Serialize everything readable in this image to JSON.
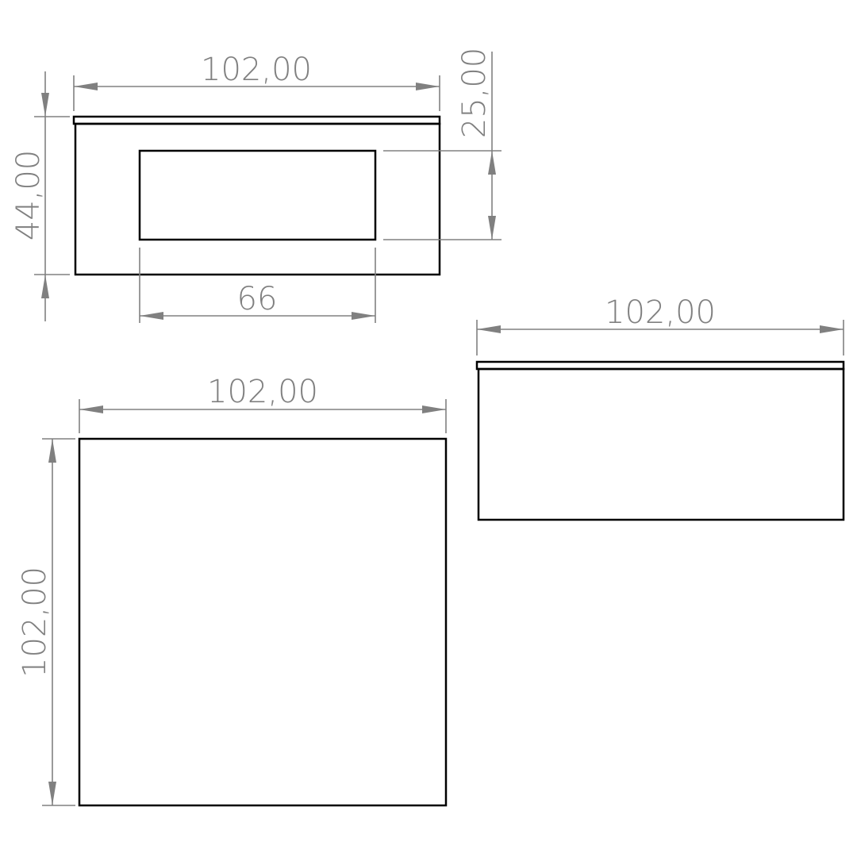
{
  "front_view": {
    "width_label": "102,00",
    "height_label": "44,00",
    "window_height_label": "25,00",
    "window_width_label": "66"
  },
  "top_view": {
    "width_label": "102,00",
    "height_label": "102,00"
  },
  "side_view": {
    "width_label": "102,00"
  },
  "colors": {
    "outline": "#000000",
    "dimension": "#808080"
  }
}
